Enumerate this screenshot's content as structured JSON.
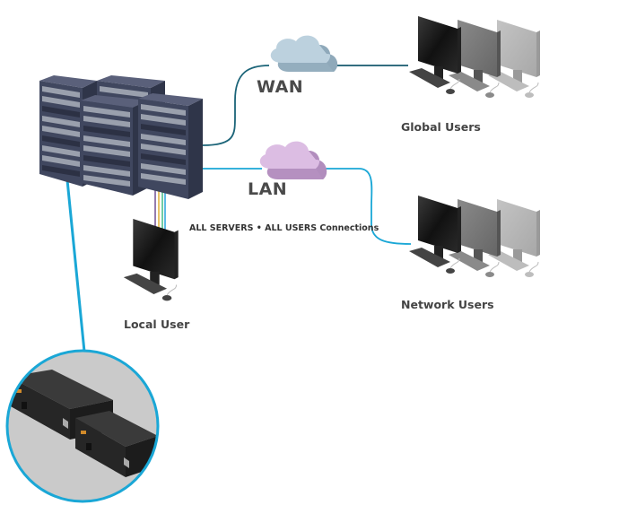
{
  "diagram": {
    "labels": {
      "wan": "WAN",
      "lan": "LAN",
      "global_users": "Global Users",
      "network_users": "Network Users",
      "local_user": "Local User",
      "connections": "ALL SERVERS • ALL USERS Connections"
    },
    "nodes": [
      {
        "id": "servers",
        "type": "server-rack-group",
        "count": 4
      },
      {
        "id": "wan",
        "type": "cloud",
        "label": "WAN"
      },
      {
        "id": "lan",
        "type": "cloud",
        "label": "LAN"
      },
      {
        "id": "global-users",
        "type": "workstation-group",
        "count": 3,
        "label": "Global Users"
      },
      {
        "id": "network-users",
        "type": "workstation-group",
        "count": 3,
        "label": "Network Users"
      },
      {
        "id": "local-user",
        "type": "workstation",
        "label": "Local User"
      },
      {
        "id": "kvm-extenders",
        "type": "device-detail-callout",
        "count": 2
      }
    ],
    "edges": [
      {
        "from": "servers",
        "to": "wan"
      },
      {
        "from": "wan",
        "to": "global-users"
      },
      {
        "from": "servers",
        "to": "lan"
      },
      {
        "from": "lan",
        "to": "network-users"
      },
      {
        "from": "servers",
        "to": "local-user",
        "style": "multi-color cable"
      },
      {
        "from": "servers",
        "to": "kvm-extenders",
        "style": "callout"
      }
    ],
    "colors": {
      "link_blue": "#1aa7d6",
      "link_dark": "#165a6e",
      "server_dark": "#343a52",
      "server_face": "#4a516b",
      "wan_cloud": "#b9cfdc",
      "lan_cloud": "#d9b8e0",
      "callout_bg": "#c9c9c9",
      "cable_purple": "#7a5a9a",
      "cable_yellow": "#e8c36a",
      "cable_green": "#4cbf8e",
      "cable_blue": "#34a9e0"
    }
  }
}
